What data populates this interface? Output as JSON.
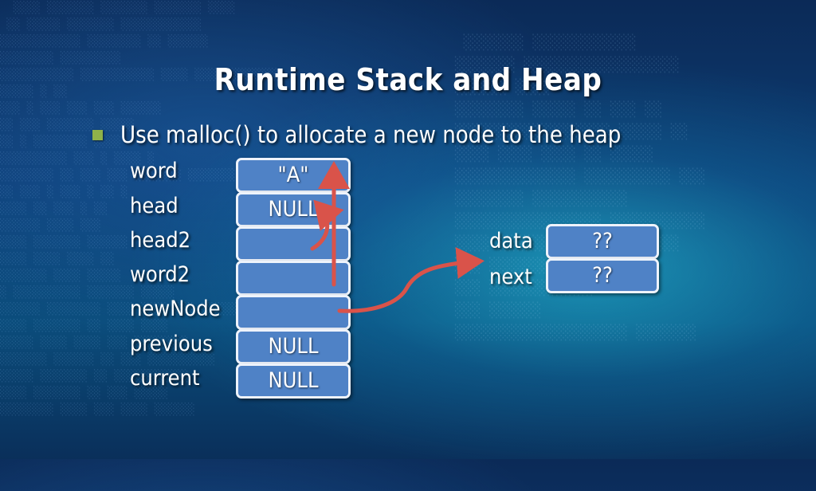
{
  "slide": {
    "title": "Runtime Stack and Heap",
    "bullet": "Use malloc() to allocate a new node to the heap"
  },
  "stack": [
    {
      "name": "word",
      "value": "\"A\""
    },
    {
      "name": "head",
      "value": "NULL"
    },
    {
      "name": "head2",
      "value": ""
    },
    {
      "name": "word2",
      "value": ""
    },
    {
      "name": "newNode",
      "value": ""
    },
    {
      "name": "previous",
      "value": "NULL"
    },
    {
      "name": "current",
      "value": "NULL"
    }
  ],
  "heap": [
    {
      "name": "data",
      "value": "??"
    },
    {
      "name": "next",
      "value": "??"
    }
  ],
  "colors": {
    "cell_fill": "#4f82c6",
    "cell_border": "#eef3fb",
    "arrow": "#d9534a",
    "bullet": "#8fb24a"
  }
}
